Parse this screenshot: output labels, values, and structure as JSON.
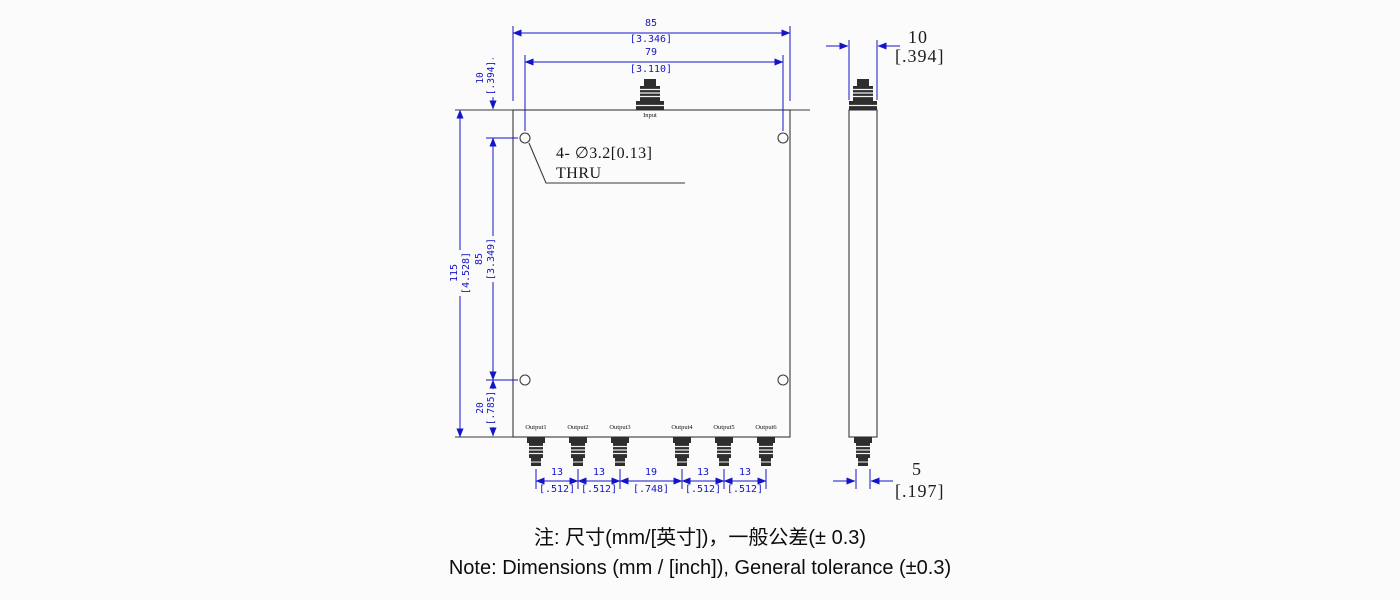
{
  "drawing": {
    "background_color": "#fbfbfb",
    "outline_color": "#3a3a3a",
    "dimension_color": "#1414c8"
  },
  "front_view": {
    "input_label": "Input",
    "output_labels": [
      "Output1",
      "Output2",
      "Output3",
      "Output4",
      "Output5",
      "Output6"
    ],
    "hole_callout": {
      "line1": "4- ∅3.2[0.13]",
      "line2": "THRU"
    }
  },
  "dimensions": {
    "top_overall": {
      "mm": "85",
      "inch": "[3.346]"
    },
    "top_hole_span": {
      "mm": "79",
      "inch": "[3.110]"
    },
    "left_hole_offset": {
      "mm": "10",
      "inch": "[.394]"
    },
    "left_overall": {
      "mm": "115",
      "inch": "[4.528]"
    },
    "left_hole_span": {
      "mm": "85",
      "inch": "[3.349]"
    },
    "left_bottom_offset": {
      "mm": "20",
      "inch": "[.785]"
    },
    "bottom_spacings": [
      {
        "mm": "13",
        "inch": "[.512]"
      },
      {
        "mm": "13",
        "inch": "[.512]"
      },
      {
        "mm": "19",
        "inch": "[.748]"
      },
      {
        "mm": "13",
        "inch": "[.512]"
      },
      {
        "mm": "13",
        "inch": "[.512]"
      }
    ],
    "side_thickness": {
      "mm": "10",
      "inch": "[.394]"
    },
    "side_connector": {
      "mm": "5",
      "inch": "[.197]"
    }
  },
  "notes": {
    "chinese": "注: 尺寸(mm/[英寸])，一般公差(± 0.3)",
    "english": "Note: Dimensions (mm / [inch]), General tolerance (±0.3)"
  }
}
